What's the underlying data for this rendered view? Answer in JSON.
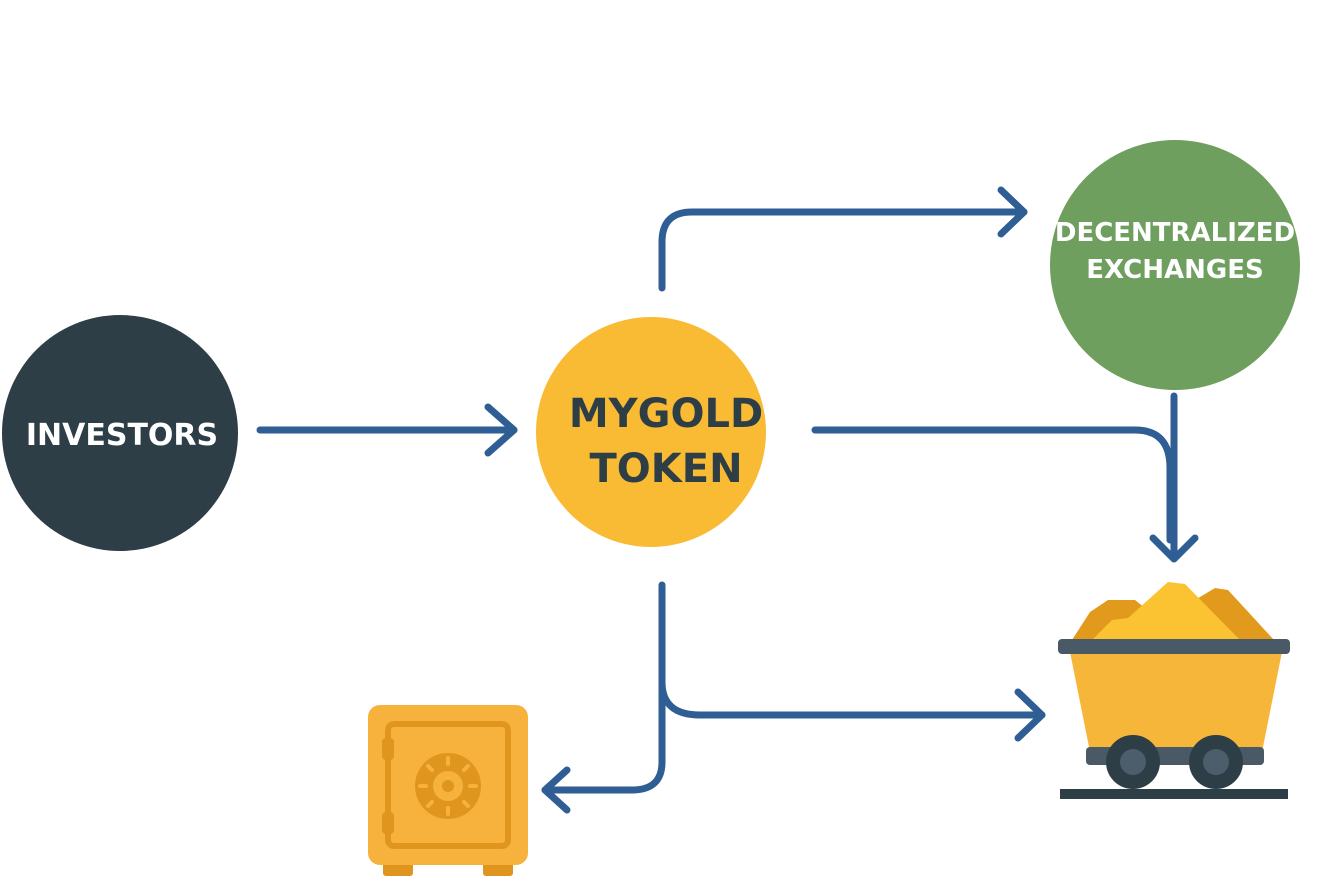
{
  "nodes": {
    "investors": {
      "label": "INVESTORS",
      "color": "#2d3e46"
    },
    "token": {
      "line1": "MYGOLD",
      "line2": "TOKEN",
      "color": "#f8bb33"
    },
    "dex": {
      "line1": "DECENTRALIZED",
      "line2": "EXCHANGES",
      "color": "#6f9f5f"
    }
  },
  "icons": {
    "vault": "safe-icon",
    "cart": "mine-cart-icon"
  },
  "colors": {
    "arrow": "#2f5e95",
    "text_dark": "#2d3e46",
    "text_light": "#ffffff"
  }
}
